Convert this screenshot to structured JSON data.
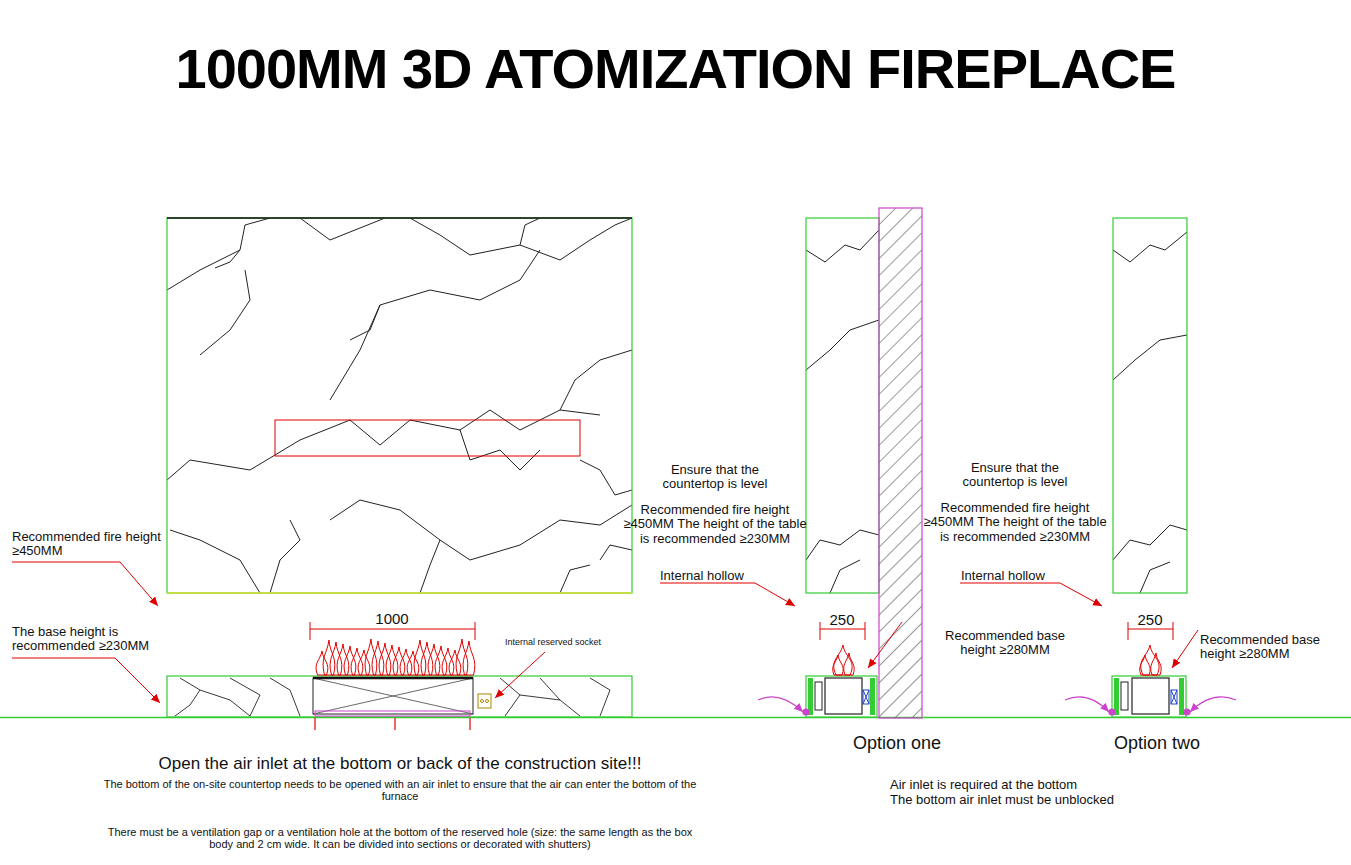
{
  "diagram": {
    "title": "1000MM 3D ATOMIZATION FIREPLACE",
    "labels": [
      "Recommended fire height ≥450MM",
      "The base height is recommended ≥230MM",
      "1000",
      "Internal reserved socket",
      "Open the air inlet at the bottom or back of the construction site!!!",
      "The bottom of the on-site countertop needs to be opened with an air inlet to ensure that the air can enter the bottom of the furnace",
      "There must be a ventilation gap or a ventilation hole at the bottom of the reserved hole (size: the same length as the box body and 2 cm wide. It can be divided into sections or decorated with shutters)",
      "Ensure that the countertop is level",
      "Recommended fire height ≥450MM The height of the table is recommended ≥230MM",
      "Internal hollow",
      "250",
      "Recommended base height ≥280MM",
      "Option one",
      "Ensure that the countertop is level",
      "Recommended fire height ≥450MM The height of the table is recommended ≥230MM",
      "Internal hollow",
      "250",
      "Recommended base height ≥280MM",
      "Option two",
      "Air inlet is required at the bottom",
      "The bottom air inlet must be unblocked"
    ]
  }
}
